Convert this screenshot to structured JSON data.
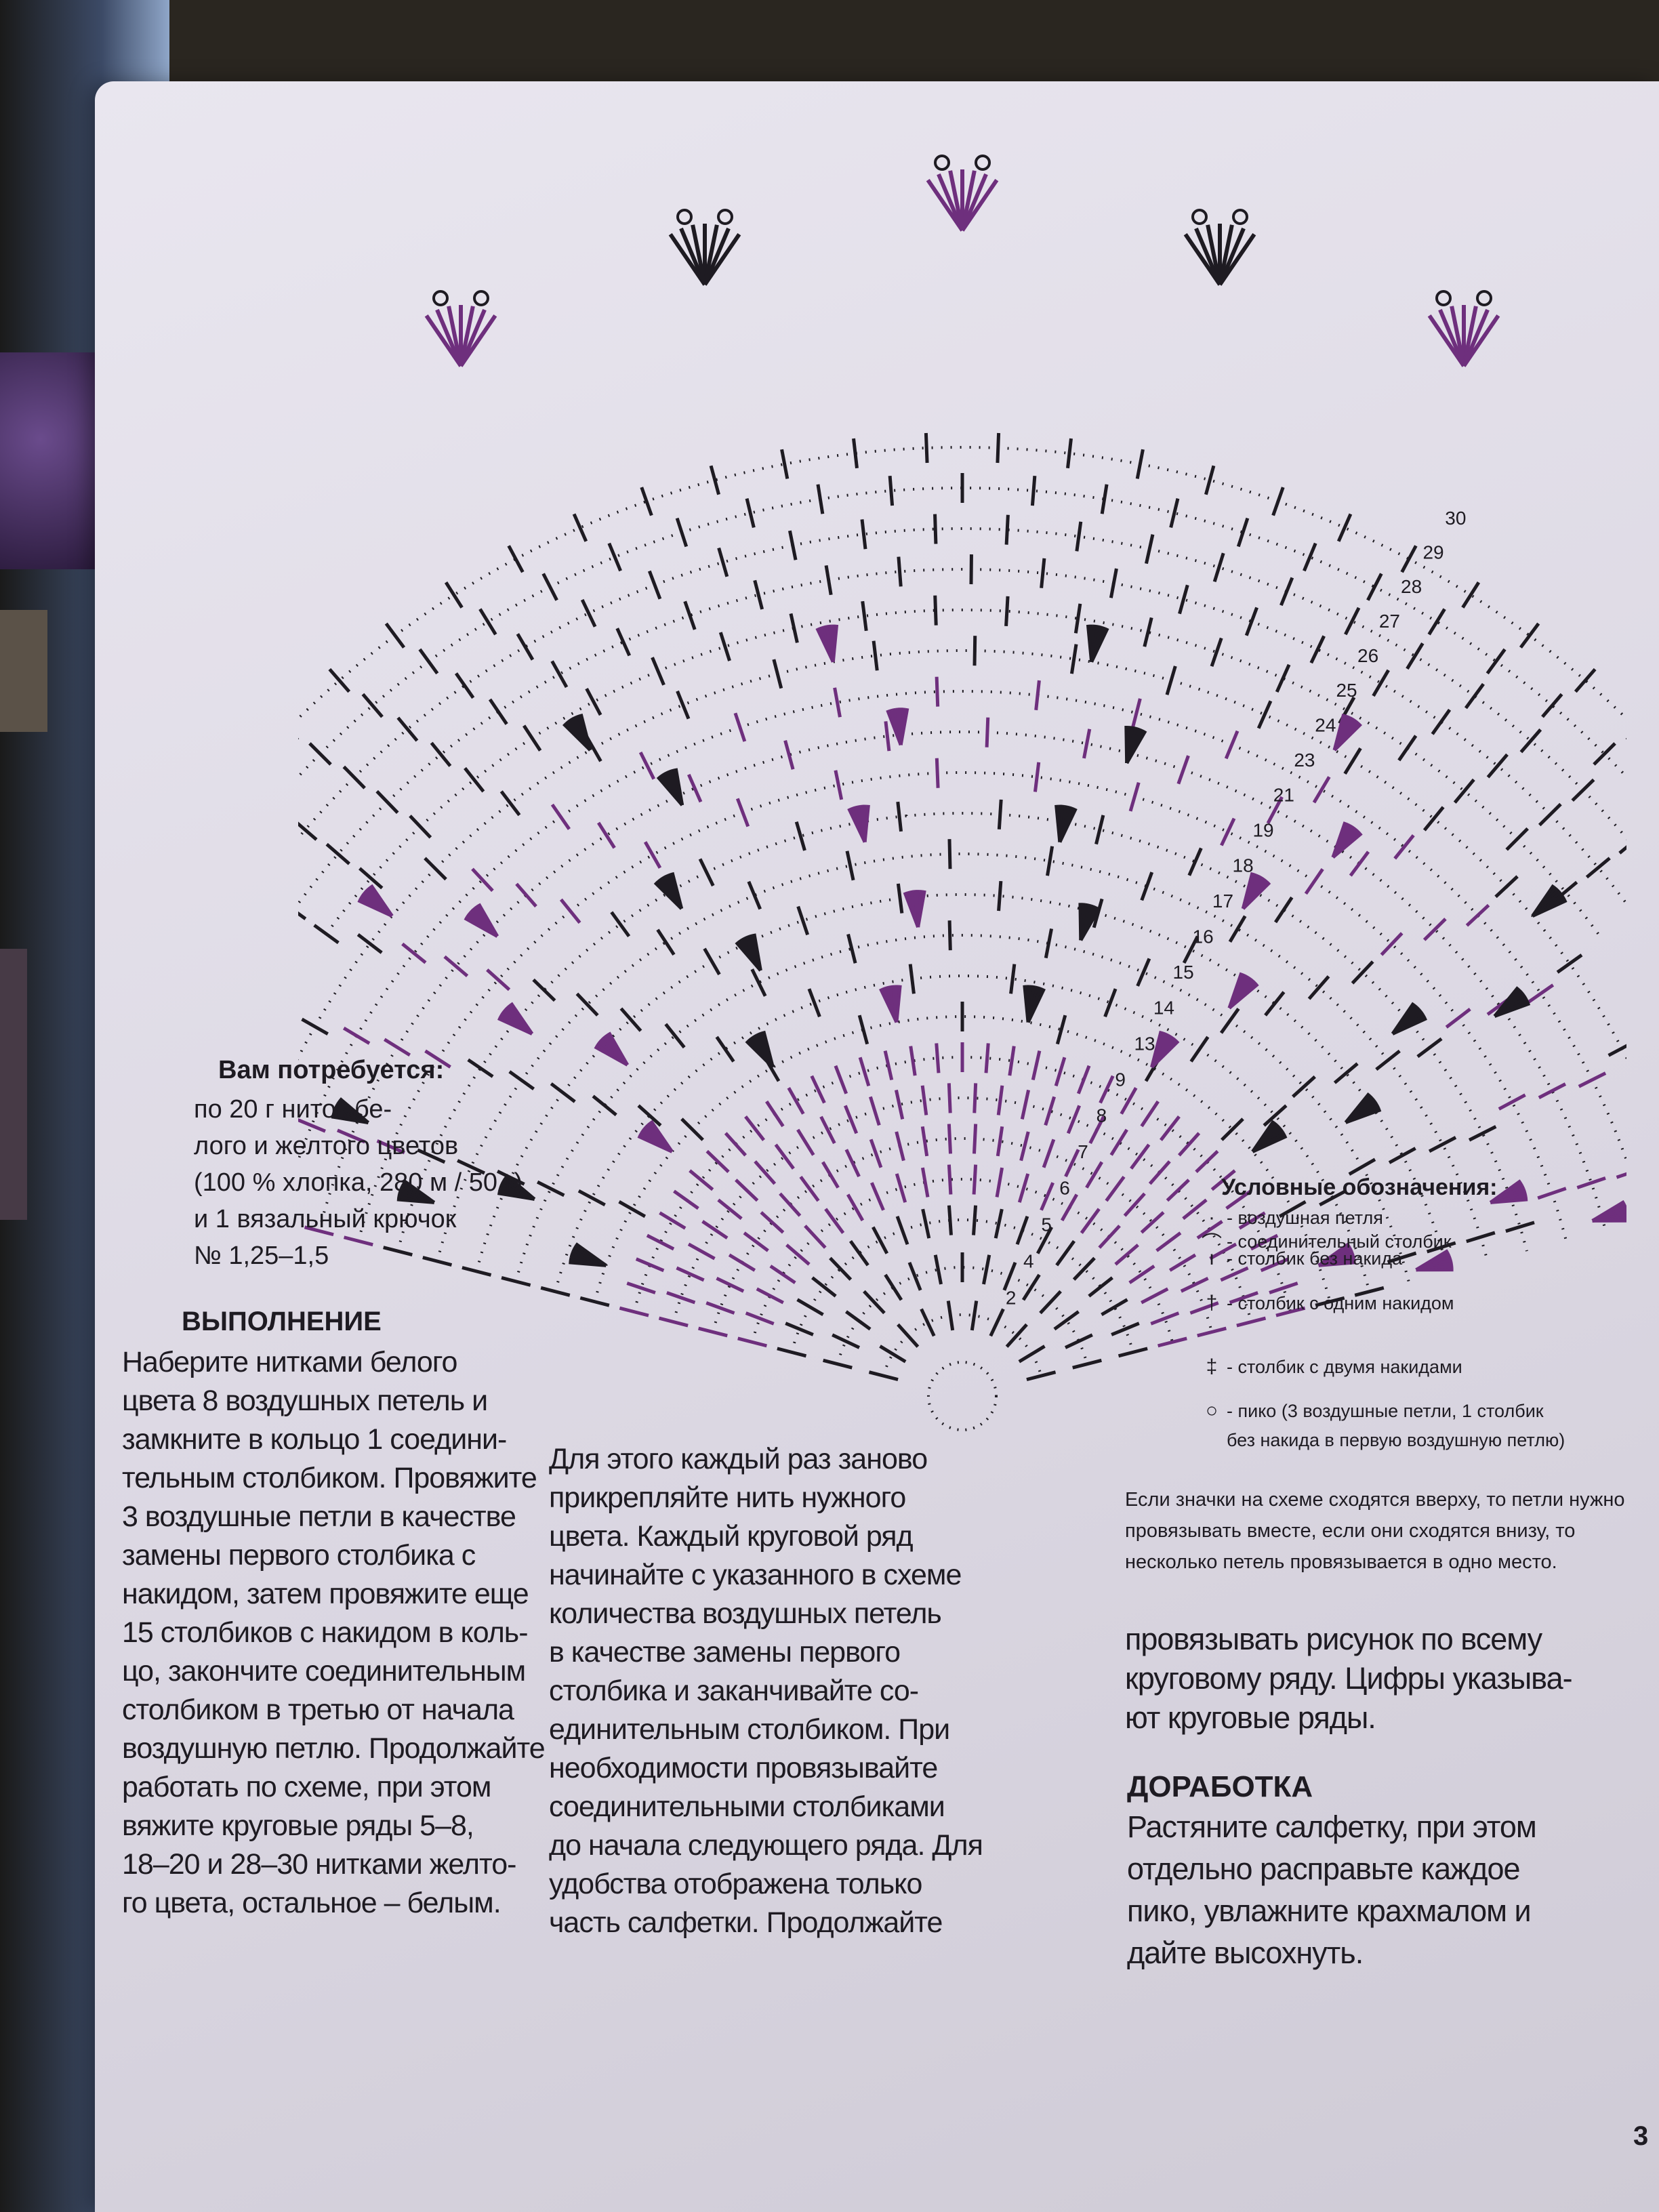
{
  "row_numbers": [
    "2",
    "4",
    "5",
    "6",
    "7",
    "8",
    "9",
    "13",
    "14",
    "15",
    "16",
    "17",
    "18",
    "19",
    "21",
    "23",
    "24",
    "25",
    "26",
    "27",
    "28",
    "29",
    "30"
  ],
  "requirements": {
    "title": "Вам потребуется:",
    "lines": [
      "по 20 г ниток бе-",
      "лого и желтого цветов",
      "(100 % хлопка, 280 м / 50 г)",
      "и 1 вязальный крючок",
      "№ 1,25–1,5"
    ]
  },
  "execution": {
    "title": "ВЫПОЛНЕНИЕ",
    "lines": [
      "Наберите нитками белого",
      "цвета 8 воздушных петель и",
      "замкните в кольцо 1 соедини-",
      "тельным столбиком. Провяжите",
      "3 воздушные петли в качестве",
      "замены первого столбика с",
      "накидом, затем провяжите еще",
      "15 столбиков с накидом в коль-",
      "цо, закончите соединительным",
      "столбиком в третью от начала",
      "воздушную петлю. Продолжайте",
      "работать по схеме, при этом",
      "вяжите круговые ряды 5–8,",
      "18–20 и 28–30 нитками желто-",
      "го цвета, остальное – белым."
    ]
  },
  "column2": {
    "lines": [
      "Для этого каждый раз заново",
      "прикрепляйте нить нужного",
      "цвета. Каждый круговой ряд",
      "начинайте с указанного в схеме",
      "количества воздушных петель",
      "в качестве замены первого",
      "столбика и заканчивайте со-",
      "единительным столбиком. При",
      "необходимости провязывайте",
      "соединительными столбиками",
      "до начала следующего ряда. Для",
      "удобства отображена только",
      "часть салфетки. Продолжайте"
    ]
  },
  "legend": {
    "title": "Условные обозначения:",
    "items": [
      {
        "symbol": "·",
        "label": "- воздушная петля"
      },
      {
        "symbol": "⌒",
        "label": "- соединительный столбик"
      },
      {
        "symbol": "ı",
        "label": "- столбик без накида"
      },
      {
        "symbol": "†",
        "label": "- столбик с одним накидом"
      },
      {
        "symbol": "‡",
        "label": "- столбик с двумя накидами"
      },
      {
        "symbol": "○",
        "label": "- пико (3 воздушные петли, 1 столбик"
      },
      {
        "symbol": "",
        "label": "без накида в первую воздушную петлю)"
      }
    ]
  },
  "note": {
    "lines": [
      "Если значки на схеме сходятся вверху, то петли нужно",
      "провязывать вместе, если они сходятся внизу, то",
      "несколько петель провязывается в одно место."
    ]
  },
  "column3": {
    "lines": [
      "провязывать рисунок по всему",
      "круговому ряду. Цифры указыва-",
      "ют круговые ряды."
    ]
  },
  "finishing": {
    "title": "ДОРАБОТКА",
    "lines": [
      "Растяните салфетку, при этом",
      "отдельно расправьте каждое",
      "пико, увлажните крахмалом и",
      "дайте высохнуть."
    ]
  },
  "page_number": "3",
  "colors": {
    "purple": "#6e2f7d",
    "black": "#1e1b22",
    "paper": "#e4e1ea"
  }
}
